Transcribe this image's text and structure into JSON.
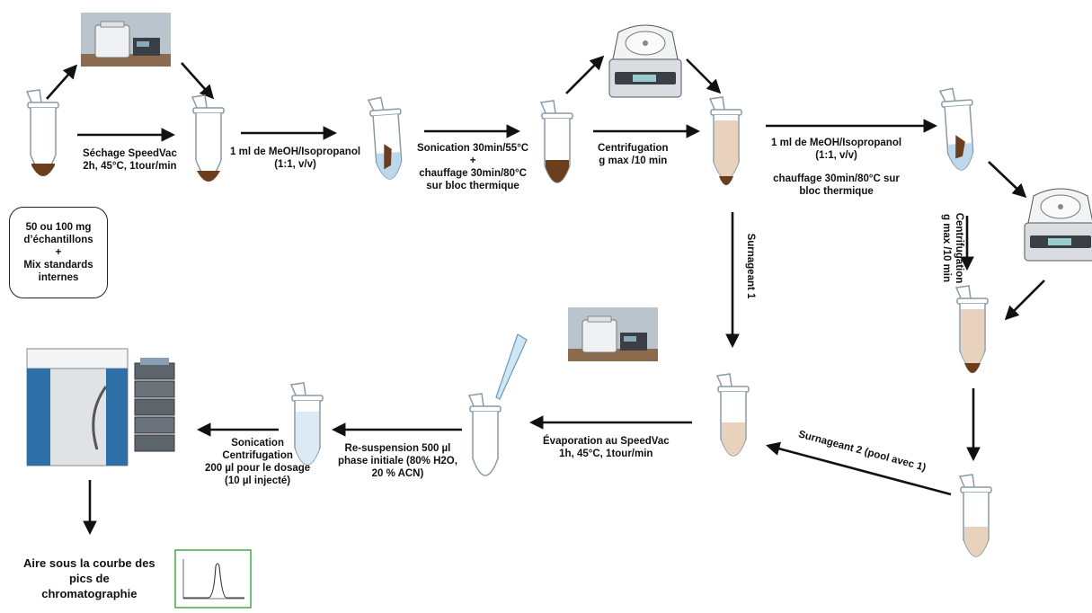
{
  "start_box": {
    "line1": "50 ou 100 mg",
    "line2": "d’échantillons",
    "line3": "+",
    "line4": "Mix standards",
    "line5": "internes"
  },
  "steps": {
    "speedvac_dry": {
      "line1": "Séchage SpeedVac",
      "line2": "2h, 45°C, 1tour/min"
    },
    "solvent1": {
      "line1": "1 ml de MeOH/Isopropanol",
      "line2": "(1:1, v/v)"
    },
    "sonication1": {
      "line1": "Sonication 30min/55°C",
      "line2": "+",
      "line3": "chauffage 30min/80°C",
      "line4": "sur bloc thermique"
    },
    "centrifugation1": {
      "line1": "Centrifugation",
      "line2": "g max /10 min"
    },
    "solvent2": {
      "line1": "1 ml de MeOH/Isopropanol",
      "line2": "(1:1, v/v)",
      "line3": "chauffage 30min/80°C sur",
      "line4": "bloc thermique"
    },
    "centrifugation2": {
      "line1": "Centrifugation",
      "line2": "g max /10 min"
    },
    "supernatant1": "Surnageant 1",
    "supernatant2": "Surnageant 2 (pool avec 1)",
    "evaporation": {
      "line1": "Évaporation au SpeedVac",
      "line2": "1h, 45°C, 1tour/min"
    },
    "resuspension": {
      "line1": "Re-suspension 500 µl",
      "line2": "phase initiale (80% H2O,",
      "line3": "20 % ACN)"
    },
    "final_prep": {
      "line1": "Sonication",
      "line2": "Centrifugation",
      "line3": "200 µl pour le dosage",
      "line4": "(10 µl injecté)"
    },
    "result": {
      "line1": "Aire sous la courbe des",
      "line2": "pics de",
      "line3": "chromatographie"
    }
  },
  "colors": {
    "arrow": "#111111",
    "tube_outline": "#8a9aa6",
    "sample_brown": "#6b3f1e",
    "supernatant_beige": "#e8d2bd",
    "solvent_blue": "#bcd8ec",
    "chromatogram_border": "#4caf50",
    "instrument_blue": "#2f6fa8"
  }
}
